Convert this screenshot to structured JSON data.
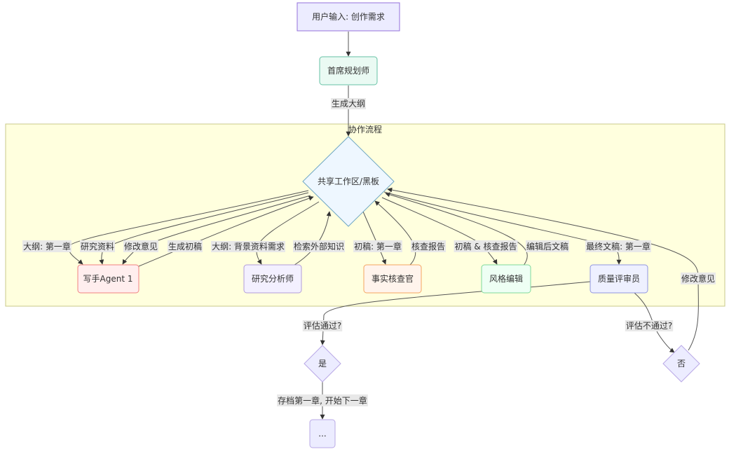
{
  "cluster": {
    "title": "协作流程"
  },
  "nodes": {
    "user_input": {
      "label": "用户输入: 创作需求",
      "fill": "#ececff",
      "stroke": "#9370db"
    },
    "chief_planner": {
      "label": "首席规划师",
      "fill": "#eafaf3",
      "stroke": "#66c2a5"
    },
    "blackboard": {
      "label": "共享工作区/黑板",
      "fill": "#eef7ff",
      "stroke": "#6ea7c4"
    },
    "writer": {
      "label": "写手Agent 1",
      "fill": "#ffeeee",
      "stroke": "#f08080"
    },
    "researcher": {
      "label": "研究分析师",
      "fill": "#f3f0ff",
      "stroke": "#b19cd9"
    },
    "fact_checker": {
      "label": "事实核查官",
      "fill": "#fff4ec",
      "stroke": "#f4a460"
    },
    "style_editor": {
      "label": "风格编辑",
      "fill": "#eefff4",
      "stroke": "#7fd99a"
    },
    "reviewer": {
      "label": "质量评审员",
      "fill": "#eef0ff",
      "stroke": "#8f94e0"
    },
    "yes": {
      "label": "是",
      "fill": "#ececff",
      "stroke": "#b9a8e6"
    },
    "no": {
      "label": "否",
      "fill": "#ececff",
      "stroke": "#b9a8e6"
    },
    "next": {
      "label": "...",
      "fill": "#ececff",
      "stroke": "#b9a8e6"
    }
  },
  "edge_labels": {
    "generate_outline": "生成大纲",
    "outline_ch1": "大纲: 第一章",
    "research_material": "研究资料",
    "revision_feedback": "修改意见",
    "generate_draft": "生成初稿",
    "outline_background": "大纲: 背景资料需求",
    "search_external": "检索外部知识",
    "draft_ch1": "初稿: 第一章",
    "check_report": "核查报告",
    "draft_and_report": "初稿 & 核查报告",
    "edited_draft": "编辑后文稿",
    "final_ch1": "最终文稿: 第一章",
    "revision_feedback_2": "修改意见",
    "eval_pass": "评估通过?",
    "eval_fail": "评估不通过?",
    "archive_next": "存档第一章, 开始下一章"
  }
}
